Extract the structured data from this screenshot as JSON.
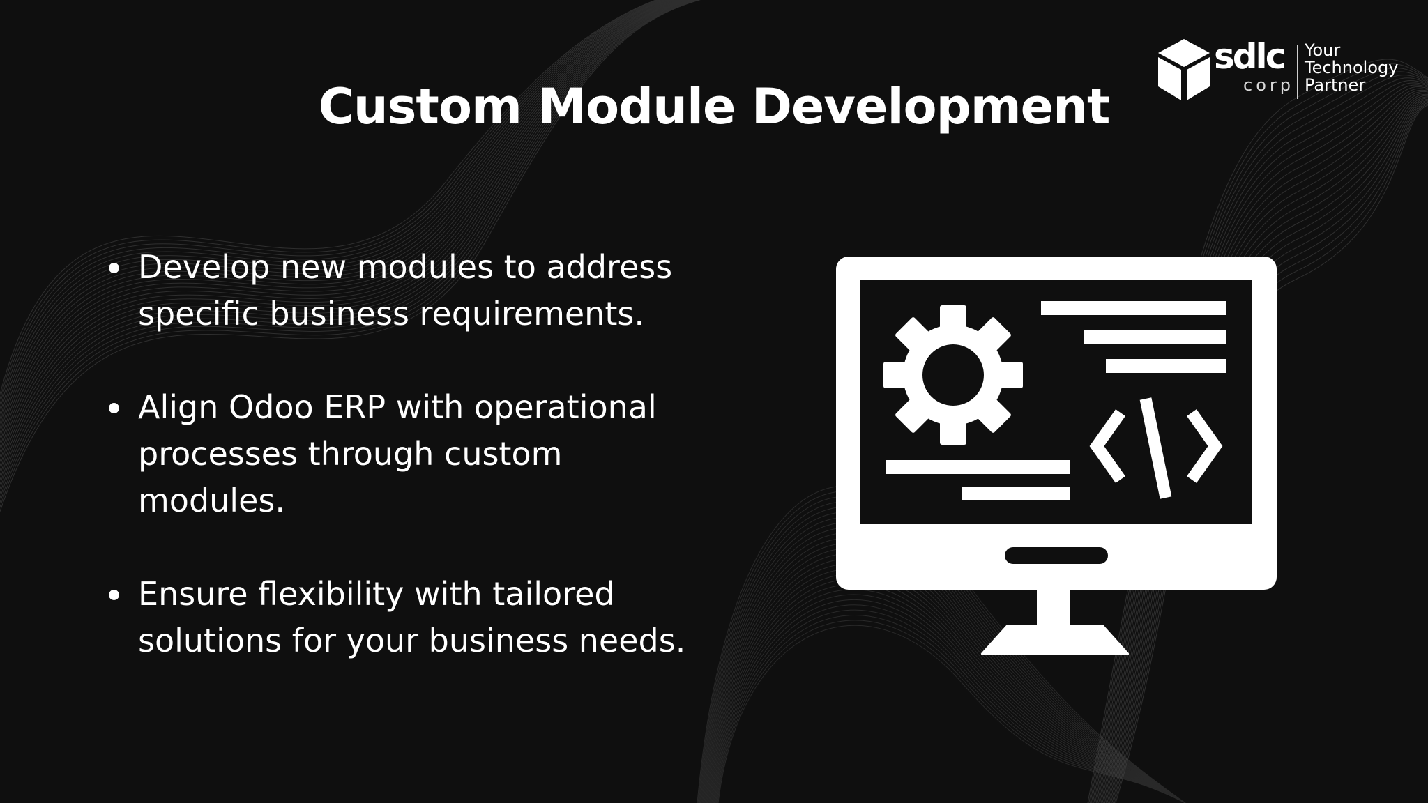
{
  "slide": {
    "title": "Custom Module Development",
    "accent_color": "#ffffff",
    "background_color": "#0f0f0f"
  },
  "logo": {
    "wordmark": "sdlc",
    "sub": "corp",
    "tagline_lines": [
      "Your",
      "Technology",
      "Partner"
    ],
    "icon": "cube-icon"
  },
  "bullets": [
    {
      "text": "Develop new modules to address specific business requirements."
    },
    {
      "text": "Align Odoo ERP with operational processes through custom modules."
    },
    {
      "text": "Ensure flexibility with tailored solutions for your business needs."
    }
  ],
  "illustration": {
    "icon": "monitor-code-gear-icon",
    "parts": [
      "gear-icon",
      "code-brackets-icon",
      "text-lines"
    ]
  }
}
